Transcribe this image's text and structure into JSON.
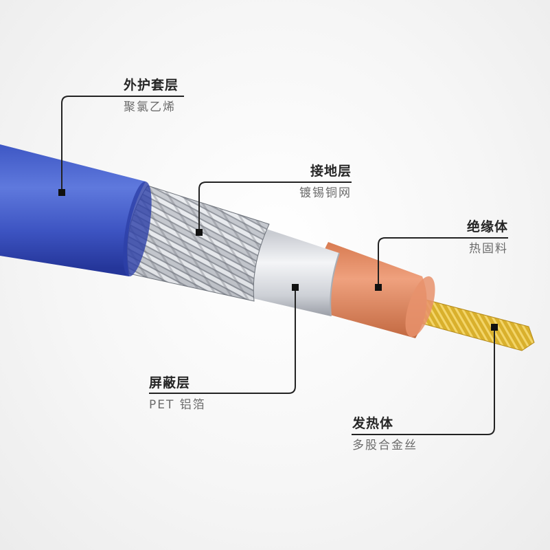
{
  "labels": {
    "jacket": {
      "title": "外护套层",
      "material": "聚氯乙烯"
    },
    "ground": {
      "title": "接地层",
      "material": "镀锡铜网"
    },
    "insulation": {
      "title": "绝缘体",
      "material": "热固料"
    },
    "shield": {
      "title": "屏蔽层",
      "material": "PET 铝箔"
    },
    "heater": {
      "title": "发热体",
      "material": "多股合金丝"
    }
  },
  "colors": {
    "jacket": "#3e56c8",
    "braid": "#c9ccd2",
    "foil": "#dfe1e5",
    "insulation": "#e48a61",
    "conductor": "#d9b02c",
    "leader": "#222222"
  }
}
